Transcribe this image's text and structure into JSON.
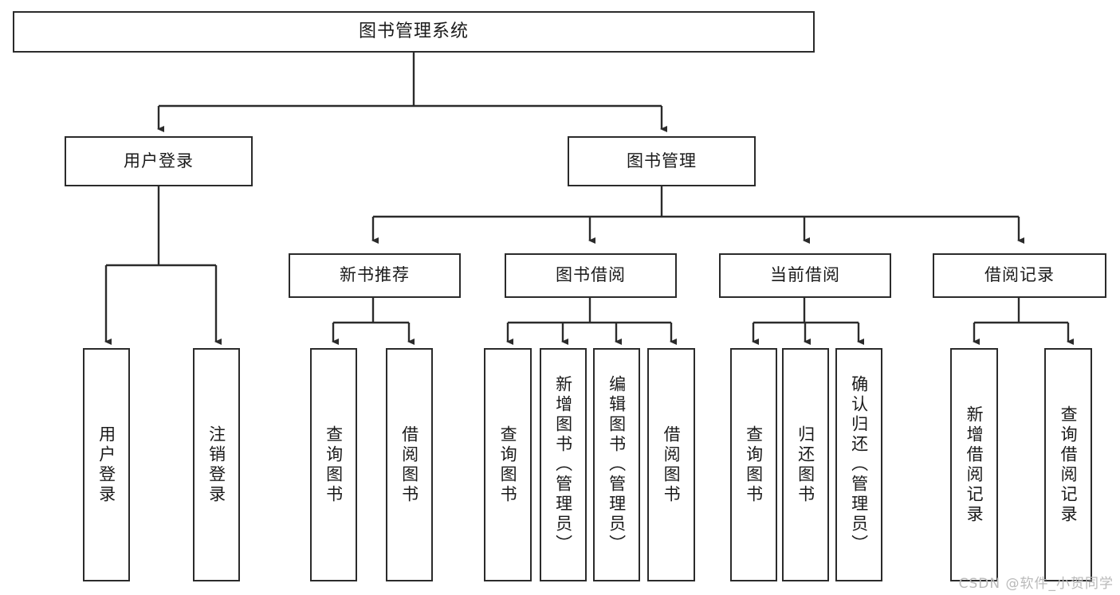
{
  "diagram": {
    "title": "图书管理系统",
    "type": "function-structure-tree",
    "watermark": "CSDN @软件_小贺同学",
    "colors": {
      "stroke": "#2b2b2b",
      "box_fill": "#ffffff",
      "text": "#1a1a1a",
      "background": "#ffffff",
      "watermark": "#b9b9b9"
    },
    "nodes": {
      "root": {
        "label": "图书管理系统"
      },
      "level2": [
        {
          "label": "用户登录"
        },
        {
          "label": "图书管理"
        }
      ],
      "level3": [
        {
          "label": "新书推荐"
        },
        {
          "label": "图书借阅"
        },
        {
          "label": "当前借阅"
        },
        {
          "label": "借阅记录"
        }
      ],
      "leaves": {
        "user_login": [
          {
            "label": "用户登录"
          },
          {
            "label": "注销登录"
          }
        ],
        "new_book_recommend": [
          {
            "label": "查询图书"
          },
          {
            "label": "借阅图书"
          }
        ],
        "book_borrow": [
          {
            "label": "查询图书"
          },
          {
            "label": "新增图书（管理员）"
          },
          {
            "label": "编辑图书（管理员）"
          },
          {
            "label": "借阅图书"
          }
        ],
        "current_borrow": [
          {
            "label": "查询图书"
          },
          {
            "label": "归还图书"
          },
          {
            "label": "确认归还（管理员）"
          }
        ],
        "borrow_record": [
          {
            "label": "新增借阅记录"
          },
          {
            "label": "查询借阅记录"
          }
        ]
      }
    }
  }
}
